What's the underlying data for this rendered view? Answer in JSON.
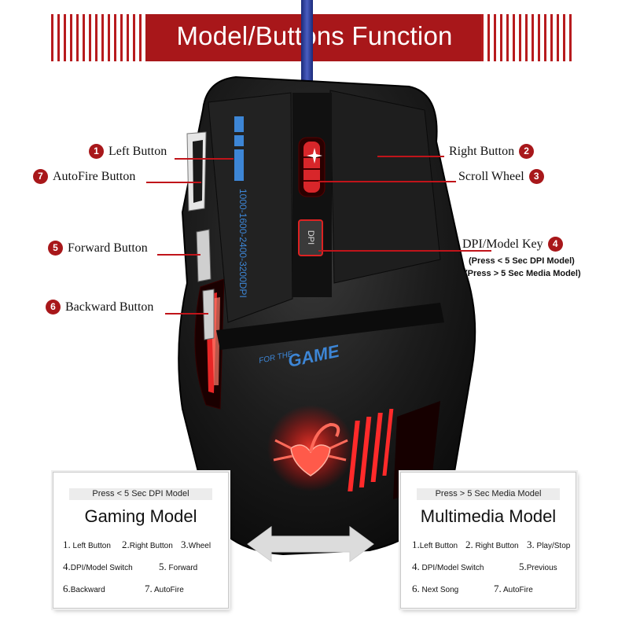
{
  "header": {
    "title": "Model/Buttons Function"
  },
  "mouse": {
    "dpi_text": "1000-1600-2400-3200DPI",
    "brand_small": "FOR THE",
    "brand_big": "GAME",
    "dpi_key_text": "DPI"
  },
  "callouts": [
    {
      "num": "1",
      "label": "Left Button"
    },
    {
      "num": "7",
      "label": "AutoFire Button"
    },
    {
      "num": "5",
      "label": "Forward Button"
    },
    {
      "num": "6",
      "label": "Backward Button"
    },
    {
      "num": "2",
      "label": "Right Button"
    },
    {
      "num": "3",
      "label": "Scroll Wheel"
    },
    {
      "num": "4",
      "label": "DPI/Model Key"
    }
  ],
  "dpi_notes": [
    "(Press < 5 Sec DPI Model)",
    "(Press > 5 Sec Media Model)"
  ],
  "boxes": {
    "gaming": {
      "subtitle": "Press < 5 Sec DPI Model",
      "title": "Gaming Model",
      "items": [
        {
          "n": "1.",
          "t": "Left Button"
        },
        {
          "n": "2.",
          "t": "Right Button"
        },
        {
          "n": "3.",
          "t": "Wheel"
        },
        {
          "n": "4.",
          "t": "DPI/Model Switch"
        },
        {
          "n": "5.",
          "t": "Forward"
        },
        {
          "n": "6.",
          "t": "Backward"
        },
        {
          "n": "7.",
          "t": "AutoFire"
        }
      ]
    },
    "media": {
      "subtitle": "Press > 5 Sec Media Model",
      "title": "Multimedia Model",
      "items": [
        {
          "n": "1.",
          "t": "Left Button"
        },
        {
          "n": "2.",
          "t": "Right Button"
        },
        {
          "n": "3.",
          "t": "Play/Stop"
        },
        {
          "n": "4.",
          "t": "DPI/Model Switch"
        },
        {
          "n": "5.",
          "t": "Previous"
        },
        {
          "n": "6.",
          "t": "Next Song"
        },
        {
          "n": "7.",
          "t": "AutoFire"
        }
      ]
    }
  },
  "colors": {
    "accent": "#a8171a",
    "led_red": "#ff2a2a",
    "led_blue": "#3d86d6",
    "mouse_body": "#161616"
  }
}
